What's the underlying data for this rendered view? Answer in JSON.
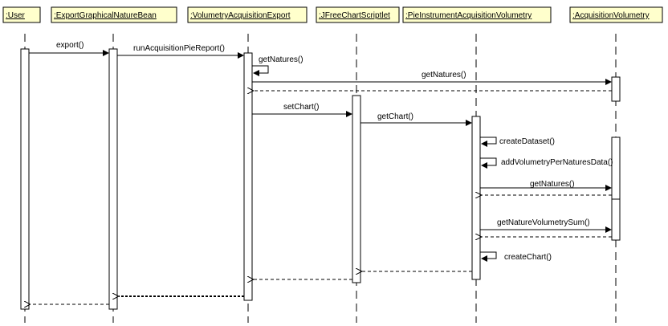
{
  "participants": [
    {
      "id": "user",
      "label": ":User"
    },
    {
      "id": "bean",
      "label": ":ExportGraphicalNatureBean"
    },
    {
      "id": "export",
      "label": ":VolumetryAcquisitionExport"
    },
    {
      "id": "scriptlet",
      "label": ":JFreeChartScriptlet"
    },
    {
      "id": "pie",
      "label": ":PieInstrumentAcquisitionVolumetry"
    },
    {
      "id": "acq",
      "label": ":AcquisitionVolumetry"
    }
  ],
  "messages": [
    {
      "id": "export",
      "label": "export()"
    },
    {
      "id": "runAcquisitionPieReport",
      "label": "runAcquisitionPieReport()"
    },
    {
      "id": "getNatures-self",
      "label": "getNatures()"
    },
    {
      "id": "getNatures-1",
      "label": "getNatures()"
    },
    {
      "id": "setChart",
      "label": "setChart()"
    },
    {
      "id": "getChart",
      "label": "getChart()"
    },
    {
      "id": "createDataset",
      "label": "createDataset()"
    },
    {
      "id": "addVolumetryPerNaturesData",
      "label": "addVolumetryPerNaturesData()"
    },
    {
      "id": "getNatures-2",
      "label": "getNatures()"
    },
    {
      "id": "getNatureVolumetrySum",
      "label": "getNatureVolumetrySum()"
    },
    {
      "id": "createChart",
      "label": "createChart()"
    }
  ],
  "colors": {
    "header_fill": "#ffffcc",
    "line": "#000000",
    "activation_fill": "#ffffff"
  }
}
